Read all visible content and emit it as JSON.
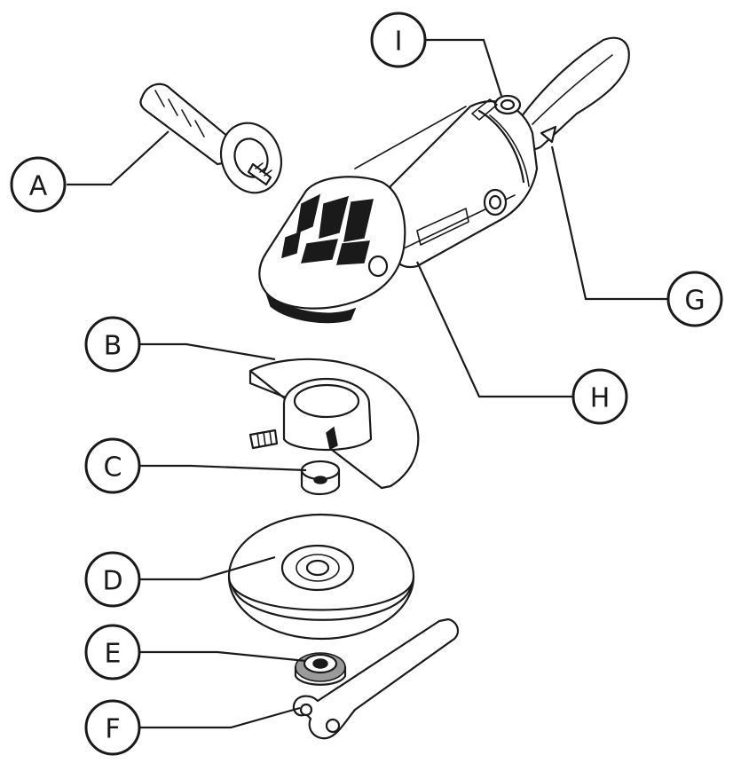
{
  "callouts": [
    {
      "id": "A",
      "label": "A"
    },
    {
      "id": "B",
      "label": "B"
    },
    {
      "id": "C",
      "label": "C"
    },
    {
      "id": "D",
      "label": "D"
    },
    {
      "id": "E",
      "label": "E"
    },
    {
      "id": "F",
      "label": "F"
    },
    {
      "id": "G",
      "label": "G"
    },
    {
      "id": "H",
      "label": "H"
    },
    {
      "id": "I",
      "label": "I"
    }
  ],
  "colors": {
    "ink": "#1a1a1a",
    "paper": "#ffffff"
  }
}
